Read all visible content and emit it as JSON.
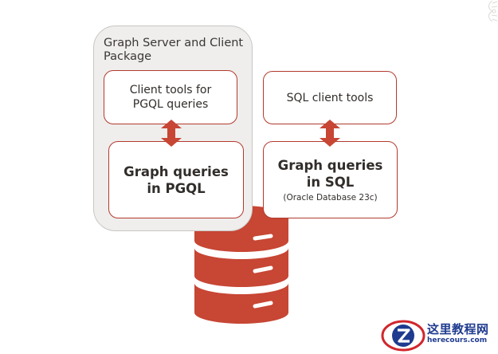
{
  "group": {
    "title": "Graph Server and Client Package"
  },
  "boxes": {
    "client_tools": {
      "label": "Client tools for PGQL queries"
    },
    "pgql": {
      "label": "Graph queries in PGQL"
    },
    "sql_tools": {
      "label": "SQL client tools"
    },
    "sql": {
      "label": "Graph queries in SQL",
      "note": "(Oracle Database 23c)"
    }
  },
  "watermark": {
    "cn": "这里教程网",
    "en": "herecours.com"
  },
  "icons": {
    "database": "database-icon",
    "arrow": "double-arrow-icon",
    "logo": "z-logo-icon",
    "decor": "leaf-decor-icon"
  },
  "colors": {
    "accent": "#c74634",
    "box_border": "#b23a2e",
    "group_bg": "#efeeec",
    "text": "#312d2a",
    "logo_blue": "#1f3b8f",
    "logo_red": "#d0272d"
  }
}
